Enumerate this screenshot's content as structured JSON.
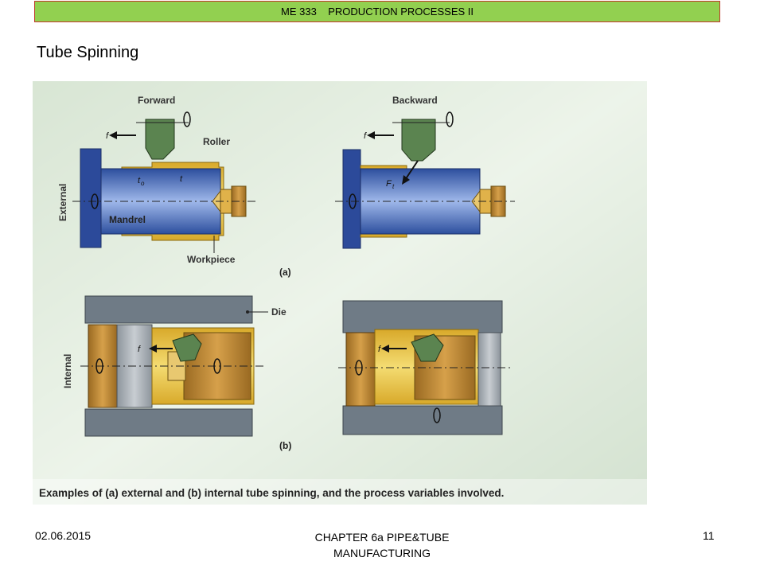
{
  "header": {
    "course": "ME 333    PRODUCTION PROCESSES II"
  },
  "slide": {
    "title": "Tube Spinning"
  },
  "figure": {
    "labels": {
      "forward": "Forward",
      "backward": "Backward",
      "roller": "Roller",
      "mandrel": "Mandrel",
      "workpiece": "Workpiece",
      "die": "Die",
      "external": "External",
      "internal": "Internal",
      "part_a": "(a)",
      "part_b": "(b)",
      "feed": "f",
      "t0": "t",
      "t0_sub": "o",
      "t": "t",
      "ft": "F",
      "ft_sub": "t"
    },
    "caption": "Examples of (a) external and (b) internal tube spinning, and the process variables involved."
  },
  "footer": {
    "date": "02.06.2015",
    "chapter_line1": "CHAPTER 6a PIPE&TUBE",
    "chapter_line2": "MANUFACTURING",
    "page": "11"
  },
  "colors": {
    "header_bg": "#92d050",
    "header_border": "#c0392b",
    "figure_bg": "#8fb58a",
    "mandrel": "#3d63b8",
    "workpiece": "#e8c33a",
    "roller": "#5b8450",
    "die": "#6f7b86"
  }
}
